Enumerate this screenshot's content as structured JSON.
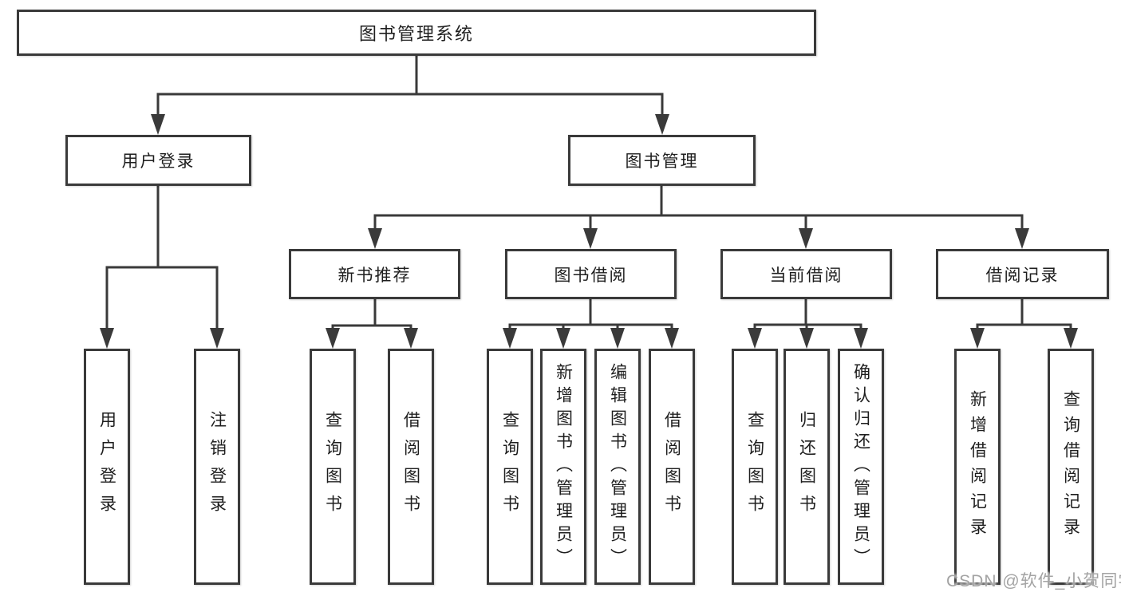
{
  "tree": {
    "label": "图书管理系统",
    "children": [
      {
        "label": "用户登录",
        "children": [
          {
            "label": "用户登录"
          },
          {
            "label": "注销登录"
          }
        ]
      },
      {
        "label": "图书管理",
        "children": [
          {
            "label": "新书推荐",
            "children": [
              {
                "label": "查询图书"
              },
              {
                "label": "借阅图书"
              }
            ]
          },
          {
            "label": "图书借阅",
            "children": [
              {
                "label": "查询图书"
              },
              {
                "label": "新增图书（管理员）"
              },
              {
                "label": "编辑图书（管理员）"
              },
              {
                "label": "借阅图书"
              }
            ]
          },
          {
            "label": "当前借阅",
            "children": [
              {
                "label": "查询图书"
              },
              {
                "label": "归还图书"
              },
              {
                "label": "确认归还（管理员）"
              }
            ]
          },
          {
            "label": "借阅记录",
            "children": [
              {
                "label": "新增借阅记录"
              },
              {
                "label": "查询借阅记录"
              }
            ]
          }
        ]
      }
    ]
  },
  "watermark": "CSDN @软件_小贺同学",
  "colors": {
    "box_border": "#3a3a3a",
    "connector_line": "#3a3a3a",
    "text": "#1e1e1e",
    "watermark_text": "#a3a3a3",
    "background": "#ffffff"
  }
}
